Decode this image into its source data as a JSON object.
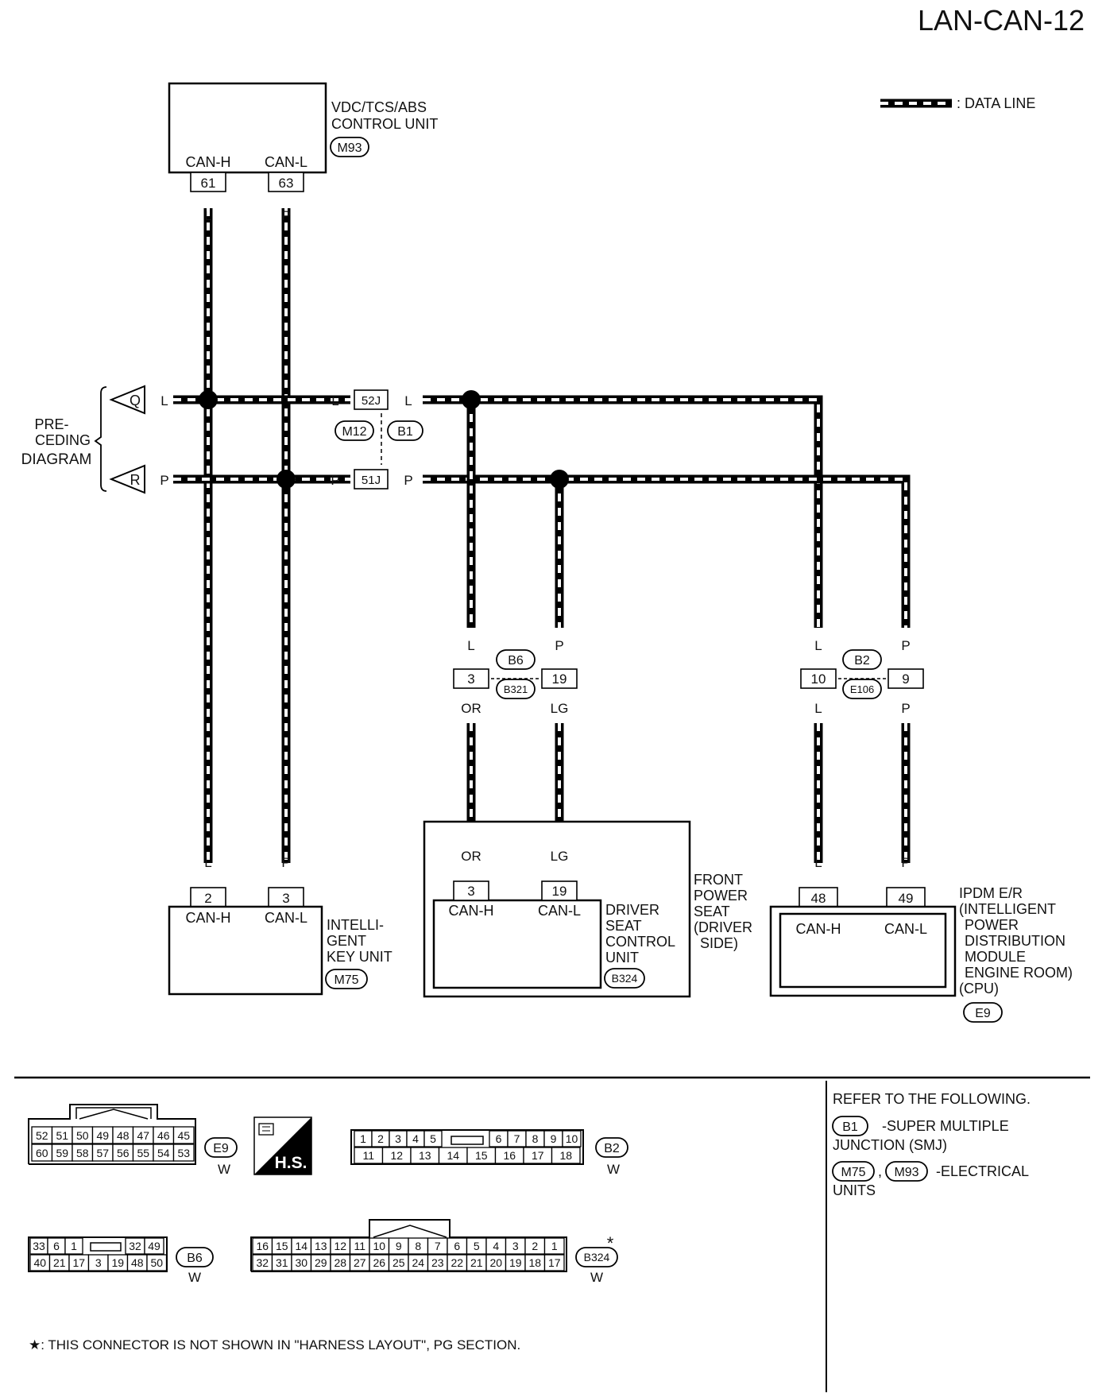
{
  "page": {
    "code": "LAN-CAN-12"
  },
  "legend": {
    "data_line_label": ": DATA LINE"
  },
  "preceding": {
    "line1": "PRE-",
    "line2": "CEDING",
    "line3": "DIAGRAM",
    "q": "Q",
    "r": "R"
  },
  "wire_colors": {
    "l": "L",
    "p": "P",
    "or": "OR",
    "lg": "LG"
  },
  "vdc": {
    "name_line1": "VDC/TCS/ABS",
    "name_line2": "CONTROL UNIT",
    "connector": "M93",
    "pin_h_label": "CAN-H",
    "pin_l_label": "CAN-L",
    "pin_h": "61",
    "pin_l": "63"
  },
  "junction": {
    "pin_l": "52J",
    "pin_p": "51J",
    "conn_a": "M12",
    "conn_b": "B1"
  },
  "b6": {
    "conn_a": "B6",
    "conn_b": "B321",
    "pin_l": "3",
    "pin_p": "19"
  },
  "b2": {
    "conn_a": "B2",
    "conn_b": "E106",
    "pin_l": "10",
    "pin_p": "9"
  },
  "ikey": {
    "name_line1": "INTELLI-",
    "name_line2": "GENT",
    "name_line3": "KEY UNIT",
    "connector": "M75",
    "pin_h": "2",
    "pin_l": "3",
    "pin_h_label": "CAN-H",
    "pin_l_label": "CAN-L"
  },
  "seat": {
    "outer_line1": "FRONT",
    "outer_line2": "POWER",
    "outer_line3": "SEAT",
    "outer_line4": "(DRIVER",
    "outer_line5": "SIDE)",
    "inner_line1": "DRIVER",
    "inner_line2": "SEAT",
    "inner_line3": "CONTROL",
    "inner_line4": "UNIT",
    "connector": "B324",
    "pin_h": "3",
    "pin_l": "19",
    "pin_h_label": "CAN-H",
    "pin_l_label": "CAN-L"
  },
  "ipdm": {
    "line1": "IPDM E/R",
    "line2": "(INTELLIGENT",
    "line3": "POWER",
    "line4": "DISTRIBUTION",
    "line5": "MODULE",
    "line6": "ENGINE ROOM)",
    "line7": "(CPU)",
    "connector": "E9",
    "pin_h": "48",
    "pin_l": "49",
    "pin_h_label": "CAN-H",
    "pin_l_label": "CAN-L"
  },
  "connectors": {
    "e9": {
      "id": "E9",
      "color": "W",
      "top": [
        "52",
        "51",
        "50",
        "49",
        "48",
        "47",
        "46",
        "45"
      ],
      "bottom": [
        "60",
        "59",
        "58",
        "57",
        "56",
        "55",
        "54",
        "53"
      ]
    },
    "hs": {
      "label": "H.S."
    },
    "b2": {
      "id": "B2",
      "color": "W",
      "top_left": [
        "1",
        "2",
        "3",
        "4",
        "5"
      ],
      "top_right": [
        "6",
        "7",
        "8",
        "9",
        "10"
      ],
      "bottom": [
        "11",
        "12",
        "13",
        "14",
        "15",
        "16",
        "17",
        "18"
      ]
    },
    "b6": {
      "id": "B6",
      "color": "W",
      "top_left": [
        "33",
        "6",
        "1"
      ],
      "top_right": [
        "32",
        "49"
      ],
      "bottom": [
        "40",
        "21",
        "17",
        "3",
        "19",
        "48",
        "50"
      ]
    },
    "b324": {
      "id": "B324",
      "color": "W",
      "star": "*",
      "top": [
        "16",
        "15",
        "14",
        "13",
        "12",
        "11",
        "10",
        "9",
        "8",
        "7",
        "6",
        "5",
        "4",
        "3",
        "2",
        "1"
      ],
      "bottom": [
        "32",
        "31",
        "30",
        "29",
        "28",
        "27",
        "26",
        "25",
        "24",
        "23",
        "22",
        "21",
        "20",
        "19",
        "18",
        "17"
      ]
    }
  },
  "refer": {
    "title": "REFER TO THE FOLLOWING.",
    "b1": "B1",
    "b1_text": "-SUPER MULTIPLE",
    "b1_text2": "JUNCTION (SMJ)",
    "m75": "M75",
    "comma": ",",
    "m93": "M93",
    "m_text": "-ELECTRICAL",
    "m_text2": "UNITS"
  },
  "footnote": "★: THIS CONNECTOR IS NOT SHOWN IN \"HARNESS LAYOUT\", PG SECTION."
}
